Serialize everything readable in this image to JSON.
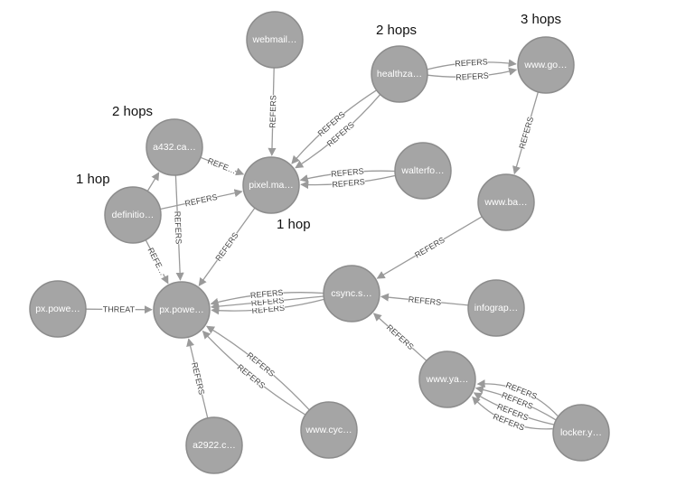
{
  "colors": {
    "node_fill": "#a5a5a5",
    "node_stroke": "#8c8c8c",
    "edge": "#9a9a9a",
    "node_text": "#ffffff",
    "edge_text": "#444444",
    "hop_text": "#111111"
  },
  "nodes": [
    {
      "id": "webmail",
      "label": "webmail…"
    },
    {
      "id": "healthza",
      "label": "healthza…"
    },
    {
      "id": "wwwgo",
      "label": "www.go…"
    },
    {
      "id": "a432",
      "label": "a432.ca…"
    },
    {
      "id": "pixel",
      "label": "pixel.ma…"
    },
    {
      "id": "walterfo",
      "label": "walterfo…"
    },
    {
      "id": "definitio",
      "label": "definitio…"
    },
    {
      "id": "wwwba",
      "label": "www.ba…"
    },
    {
      "id": "pxpowe1",
      "label": "px.powe…"
    },
    {
      "id": "pxpowe2",
      "label": "px.powe…"
    },
    {
      "id": "csync",
      "label": "csync.s…"
    },
    {
      "id": "infograp",
      "label": "infograp…"
    },
    {
      "id": "wwwya",
      "label": "www.ya…"
    },
    {
      "id": "wwwcyc",
      "label": "www.cyc…"
    },
    {
      "id": "a2922",
      "label": "a2922.c…"
    },
    {
      "id": "locker",
      "label": "locker.y…"
    }
  ],
  "edges": [
    {
      "from": "webmail",
      "to": "pixel",
      "label": "REFERS"
    },
    {
      "from": "healthza",
      "to": "wwwgo",
      "label": "REFERS"
    },
    {
      "from": "healthza",
      "to": "wwwgo",
      "label": "REFERS"
    },
    {
      "from": "healthza",
      "to": "pixel",
      "label": "REFERS"
    },
    {
      "from": "healthza",
      "to": "pixel",
      "label": "REFERS"
    },
    {
      "from": "walterfo",
      "to": "pixel",
      "label": "REFERS"
    },
    {
      "from": "walterfo",
      "to": "pixel",
      "label": "REFERS"
    },
    {
      "from": "a432",
      "to": "pixel",
      "label": "REFE…"
    },
    {
      "from": "definitio",
      "to": "pixel",
      "label": "REFERS"
    },
    {
      "from": "definitio",
      "to": "a432",
      "label": ""
    },
    {
      "from": "a432",
      "to": "pxpowe2",
      "label": "REFERS"
    },
    {
      "from": "definitio",
      "to": "pxpowe2",
      "label": "REFE…"
    },
    {
      "from": "pixel",
      "to": "pxpowe2",
      "label": "REFERS"
    },
    {
      "from": "wwwgo",
      "to": "wwwba",
      "label": "REFERS"
    },
    {
      "from": "wwwba",
      "to": "csync",
      "label": "REFERS"
    },
    {
      "from": "pxpowe1",
      "to": "pxpowe2",
      "label": "THREAT"
    },
    {
      "from": "csync",
      "to": "pxpowe2",
      "label": "REFERS"
    },
    {
      "from": "csync",
      "to": "pxpowe2",
      "label": "REFERS"
    },
    {
      "from": "csync",
      "to": "pxpowe2",
      "label": "REFERS"
    },
    {
      "from": "infograp",
      "to": "csync",
      "label": "REFERS"
    },
    {
      "from": "wwwya",
      "to": "csync",
      "label": "REFERS"
    },
    {
      "from": "wwwcyc",
      "to": "pxpowe2",
      "label": "REFERS"
    },
    {
      "from": "wwwcyc",
      "to": "pxpowe2",
      "label": "REFERS"
    },
    {
      "from": "a2922",
      "to": "pxpowe2",
      "label": "REFERS"
    },
    {
      "from": "locker",
      "to": "wwwya",
      "label": "REFERS"
    },
    {
      "from": "locker",
      "to": "wwwya",
      "label": "REFERS"
    },
    {
      "from": "locker",
      "to": "wwwya",
      "label": "REFERS"
    },
    {
      "from": "locker",
      "to": "wwwya",
      "label": "REFERS"
    }
  ],
  "annotations": [
    {
      "id": "two-hops-top",
      "text": "2 hops"
    },
    {
      "id": "three-hops",
      "text": "3 hops"
    },
    {
      "id": "two-hops-left",
      "text": "2 hops"
    },
    {
      "id": "one-hop-left",
      "text": "1 hop"
    },
    {
      "id": "one-hop-center",
      "text": "1 hop"
    }
  ]
}
